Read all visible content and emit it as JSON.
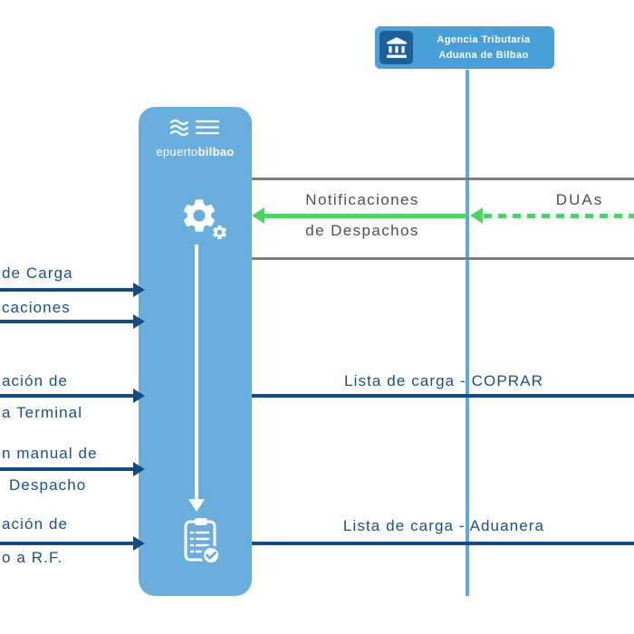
{
  "colors": {
    "lane_blue": "#6aaede",
    "badge_blue": "#49a0d8",
    "badge_icon_blue": "#1d5f98",
    "lifeline_blue": "#5fa8da",
    "navy": "#174a7e",
    "green": "#4fd463",
    "frame_gray": "#7d7d7d",
    "gray_text": "#4f4f4f",
    "white": "#ffffff"
  },
  "aduana_badge": {
    "line1": "Agencia Tributaria",
    "line2": "Aduana de Bilbao"
  },
  "port_lane": {
    "logo_prefix": "epuerto",
    "logo_suffix": "bilbao"
  },
  "icons": {
    "bank": "🏛",
    "waves": "≋",
    "gear": "⚙",
    "clipboard_check": "📋✓"
  },
  "frame_messages": {
    "notificaciones_line1": "Notificaciones",
    "notificaciones_line2": "de Despachos",
    "duas": "DUAs"
  },
  "left_messages": [
    {
      "label_top": "de Carga"
    },
    {
      "label_top": "caciones"
    },
    {
      "label_top": "ación de",
      "label_bottom": "a Terminal"
    },
    {
      "label_top": "n manual de",
      "label_bottom": "Despacho"
    },
    {
      "label_top": "ación de",
      "label_bottom": "o a R.F."
    }
  ],
  "right_messages": [
    {
      "label": "Lista de carga - COPRAR"
    },
    {
      "label": "Lista de carga - Aduanera"
    }
  ]
}
